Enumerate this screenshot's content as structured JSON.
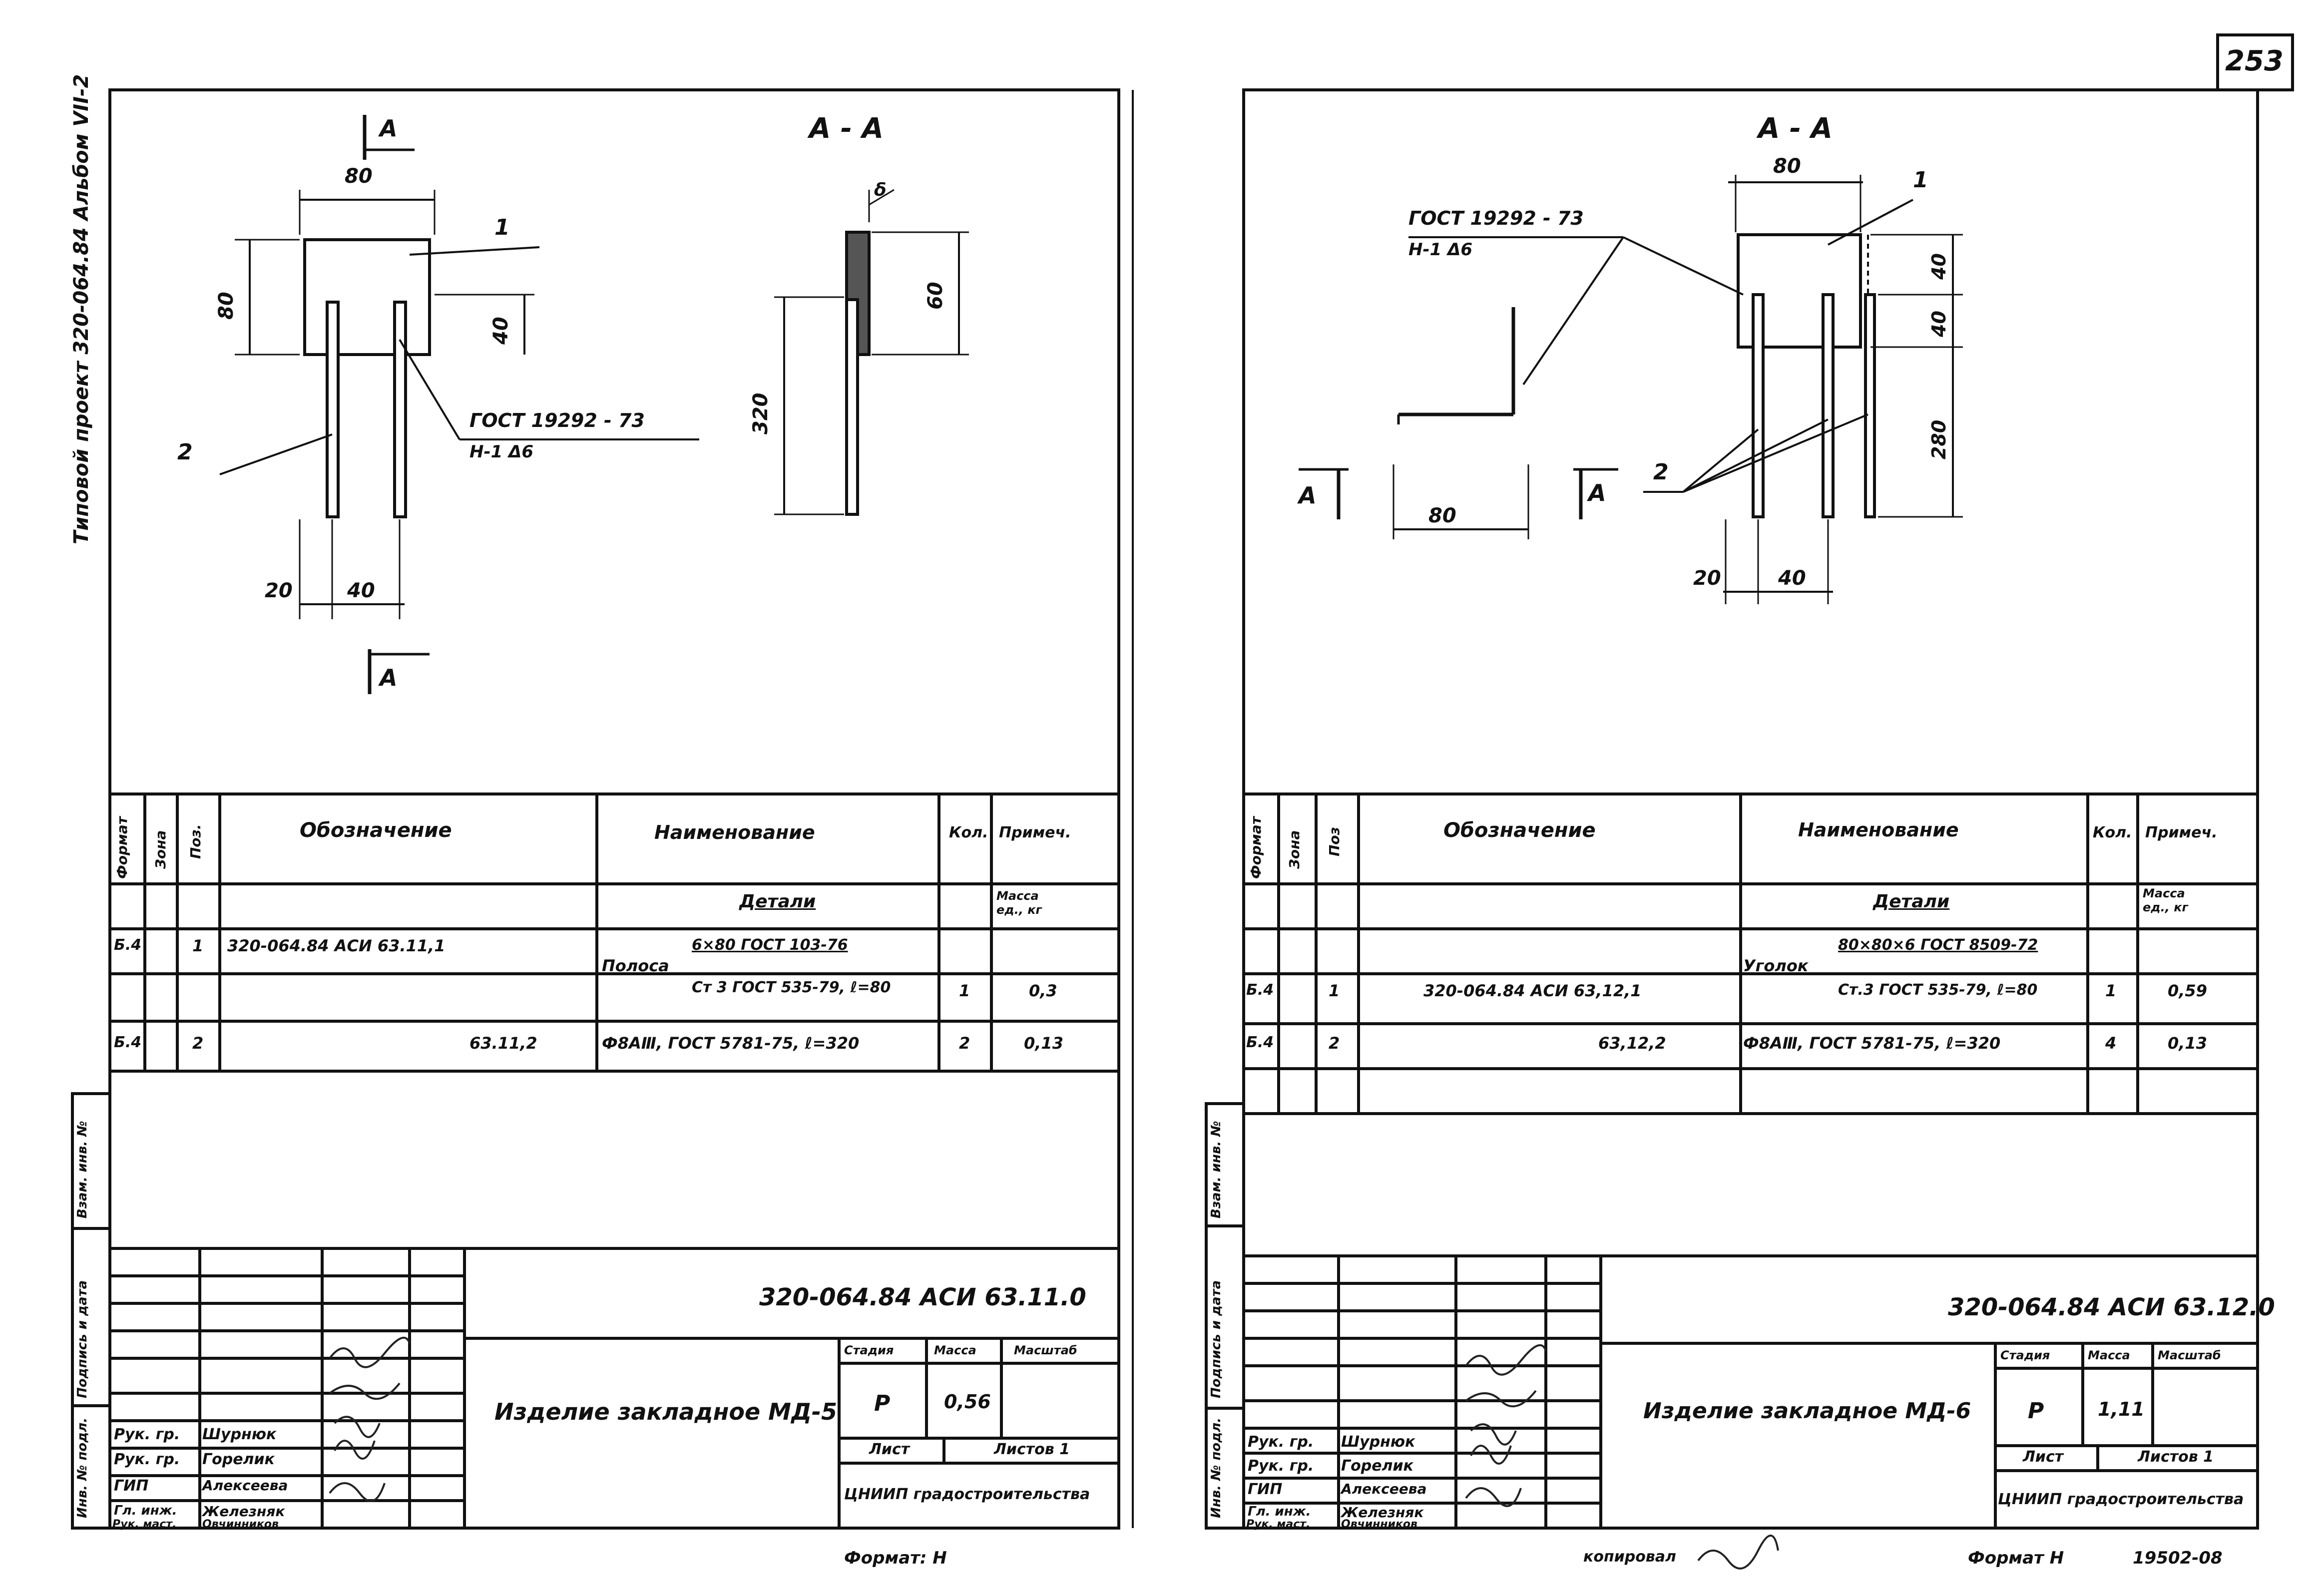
{
  "page_number": "253",
  "side_note": "Типовой проект 320-064.84 Альбом VII-2",
  "copied_label": "копировал",
  "sheet_code": "19502-08",
  "left": {
    "section_label": "А - А",
    "cut_letter_top": "А",
    "cut_letter_bottom": "А",
    "dims": {
      "width_top": "80",
      "height_left": "80",
      "height_inner": "40",
      "bottom_20": "20",
      "bottom_40": "40",
      "thickness": "δ",
      "section_60": "60",
      "section_320": "320"
    },
    "callouts": {
      "pos1": "1",
      "pos2": "2",
      "weld_gost": "ГОСТ 19292 - 73",
      "weld_type": "Н-1 Δ6"
    },
    "spec": {
      "headers": {
        "format": "Формат",
        "zone": "Зона",
        "pos": "Поз.",
        "designation": "Обозначение",
        "name": "Наименование",
        "qty": "Кол.",
        "note": "Примеч."
      },
      "section_title": "Детали",
      "note_sub": "Масса ед., кг",
      "rows": [
        {
          "format": "Б.4",
          "pos": "1",
          "designation": "320-064.84    АСИ 63.11,1",
          "name_main": "Полоса",
          "name_top": "6×80 ГОСТ 103-76",
          "name_bottom": "Ст 3 ГОСТ 535-79, ℓ=80",
          "qty": "1",
          "note": "0,3"
        },
        {
          "format": "Б.4",
          "pos": "2",
          "designation": "63.11,2",
          "name_main": "Ф8АⅢ, ГОСТ 5781-75, ℓ=320",
          "qty": "2",
          "note": "0,13"
        }
      ]
    },
    "stamp": {
      "doc_number": "320-064.84 АСИ 63.11.0",
      "title": "Изделие закладное МД-5",
      "stage_label": "Стадия",
      "mass_label": "Масса",
      "scale_label": "Масштаб",
      "stage": "Р",
      "mass": "0,56",
      "sheet_label": "Лист",
      "sheets_label": "Листов 1",
      "org": "ЦНИИП градостроительства",
      "roles": [
        "Рук. гр.",
        "Рук. гр.",
        "ГИП",
        "Гл. инж.",
        "Рук. маст."
      ],
      "names": [
        "Шурнюк",
        "Горелик",
        "Алексеева",
        "Железняк",
        "Овчинников"
      ],
      "format": "Формат: Н"
    },
    "margin_labels": [
      "Инв. № подл.",
      "Подпись и дата",
      "Взам. инв. №"
    ]
  },
  "right": {
    "section_label": "А - А",
    "cut_letter_left": "А",
    "cut_letter_right": "А",
    "dims": {
      "width_top": "80",
      "h40a": "40",
      "h40b": "40",
      "h280": "280",
      "bottom_20": "20",
      "bottom_40": "40",
      "angle_80": "80"
    },
    "callouts": {
      "pos1": "1",
      "pos2": "2",
      "weld_gost": "ГОСТ 19292 - 73",
      "weld_type": "Н-1 Δ6"
    },
    "spec": {
      "headers": {
        "format": "Формат",
        "zone": "Зона",
        "pos": "Поз",
        "designation": "Обозначение",
        "name": "Наименование",
        "qty": "Кол.",
        "note": "Примеч."
      },
      "section_title": "Детали",
      "note_sub": "Масса ед., кг",
      "rows": [
        {
          "format": "Б.4",
          "pos": "1",
          "designation": "320-064.84 АСИ 63,12,1",
          "name_main": "Уголок",
          "name_top": "80×80×6 ГОСТ 8509-72",
          "name_bottom": "Ст.3 ГОСТ 535-79, ℓ=80",
          "qty": "1",
          "note": "0,59"
        },
        {
          "format": "Б.4",
          "pos": "2",
          "designation": "63,12,2",
          "name_main": "Ф8АⅢ, ГОСТ 5781-75, ℓ=320",
          "qty": "4",
          "note": "0,13"
        }
      ]
    },
    "stamp": {
      "doc_number": "320-064.84 АСИ 63.12.0",
      "title": "Изделие закладное МД-6",
      "stage_label": "Стадия",
      "mass_label": "Масса",
      "scale_label": "Масштаб",
      "stage": "Р",
      "mass": "1,11",
      "sheet_label": "Лист",
      "sheets_label": "Листов 1",
      "org": "ЦНИИП градостроительства",
      "roles": [
        "Рук. гр.",
        "Рук. гр.",
        "ГИП",
        "Гл. инж.",
        "Рук. маст."
      ],
      "names": [
        "Шурнюк",
        "Горелик",
        "Алексеева",
        "Железняк",
        "Овчинников"
      ],
      "format": "Формат Н"
    },
    "margin_labels": [
      "Инв. № подл.",
      "Подпись и дата",
      "Взам. инв. №"
    ]
  }
}
